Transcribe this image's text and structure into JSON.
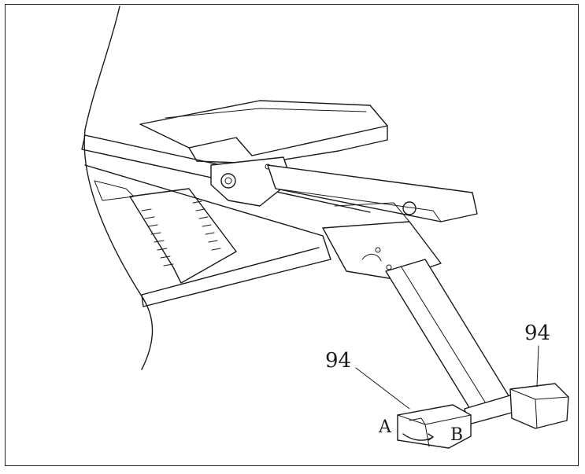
{
  "labels": {
    "part_left": "94",
    "part_right": "94",
    "point_a": "A",
    "point_b": "B"
  },
  "colors": {
    "line": "#1a1a1a",
    "background": "#ffffff"
  }
}
